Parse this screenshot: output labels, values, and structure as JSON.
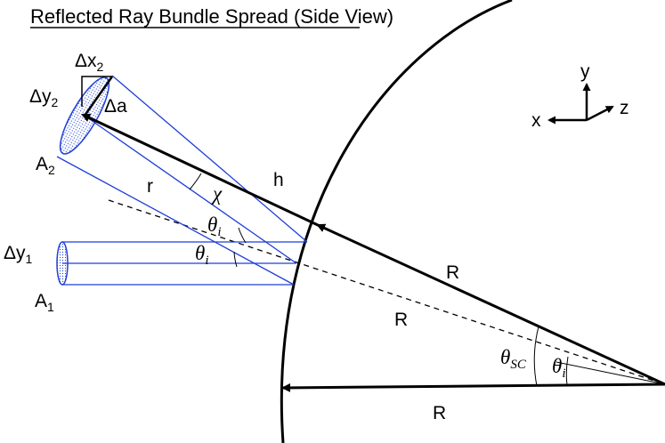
{
  "diagram": {
    "title": "Reflected Ray Bundle Spread (Side View)",
    "labels": {
      "delta_x2": {
        "main": "Δx",
        "sub": "2"
      },
      "delta_y2": {
        "main": "Δy",
        "sub": "2"
      },
      "delta_a": "Δa",
      "area_2": {
        "main": "A",
        "sub": "2"
      },
      "r": "r",
      "chi": "χ",
      "h": "h",
      "theta_i_upper": {
        "main": "θ",
        "sub": "i"
      },
      "theta_i_lower": {
        "main": "θ",
        "sub": "i"
      },
      "delta_y1": {
        "main": "Δy",
        "sub": "1"
      },
      "area_1": {
        "main": "A",
        "sub": "1"
      },
      "radius_upper": "R",
      "radius_middle": "R",
      "radius_bottom": "R",
      "theta_sc": {
        "main": "θ",
        "sub": "SC"
      },
      "theta_i_center": {
        "main": "θ",
        "sub": "i"
      }
    },
    "axes": {
      "x": "x",
      "y": "y",
      "z": "z"
    },
    "colors": {
      "ray_bundle": "#1f3fd9",
      "ink": "#000000"
    }
  }
}
